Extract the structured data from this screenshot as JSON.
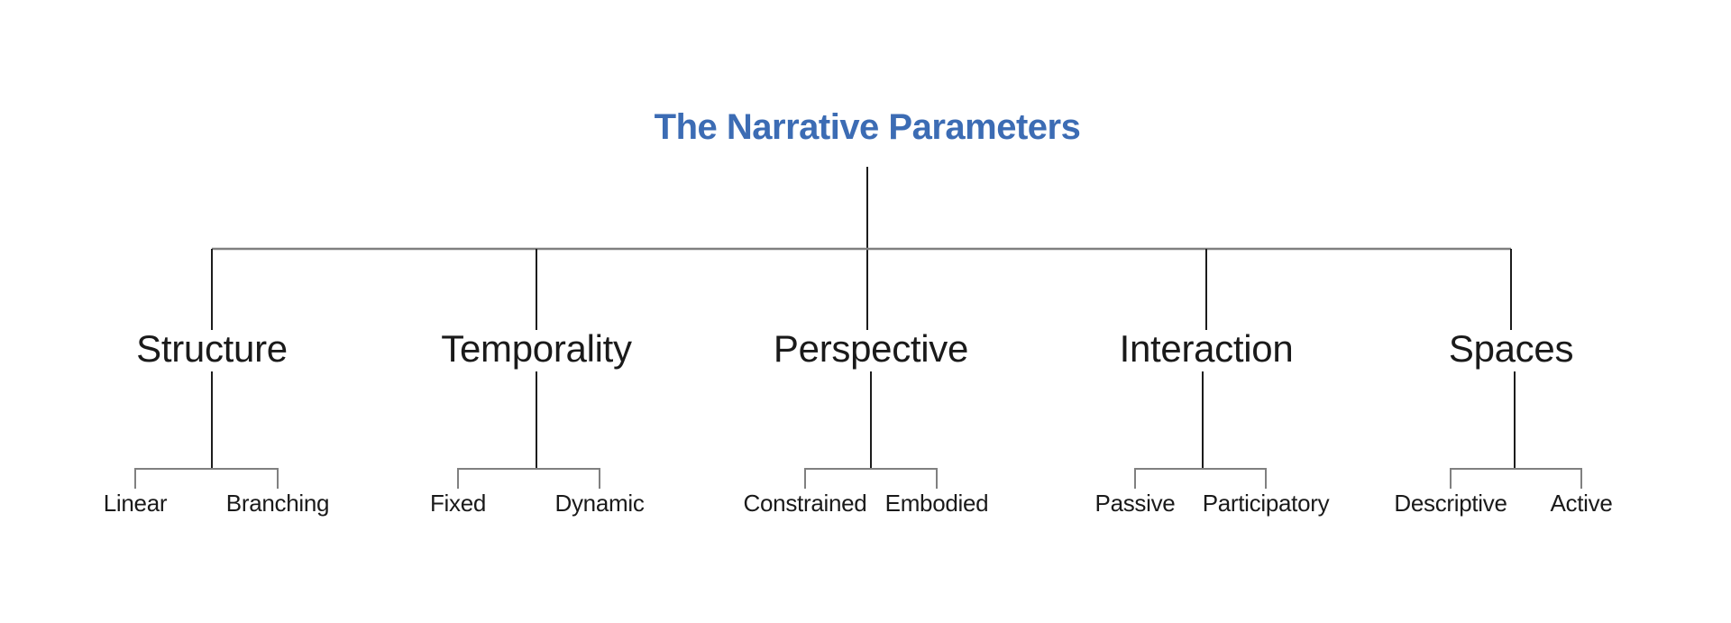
{
  "colors": {
    "background": "#ffffff",
    "title_accent": "#3c6cb4",
    "text": "#1a1a1a",
    "line_dark": "#1c1c1c",
    "line_gray": "#808080"
  },
  "tree": {
    "root": "The Narrative Parameters",
    "branches": [
      {
        "label": "Structure",
        "children": [
          "Linear",
          "Branching"
        ]
      },
      {
        "label": "Temporality",
        "children": [
          "Fixed",
          "Dynamic"
        ]
      },
      {
        "label": "Perspective",
        "children": [
          "Constrained",
          "Embodied"
        ]
      },
      {
        "label": "Interaction",
        "children": [
          "Passive",
          "Participatory"
        ]
      },
      {
        "label": "Spaces",
        "children": [
          "Descriptive",
          "Active"
        ]
      }
    ]
  }
}
